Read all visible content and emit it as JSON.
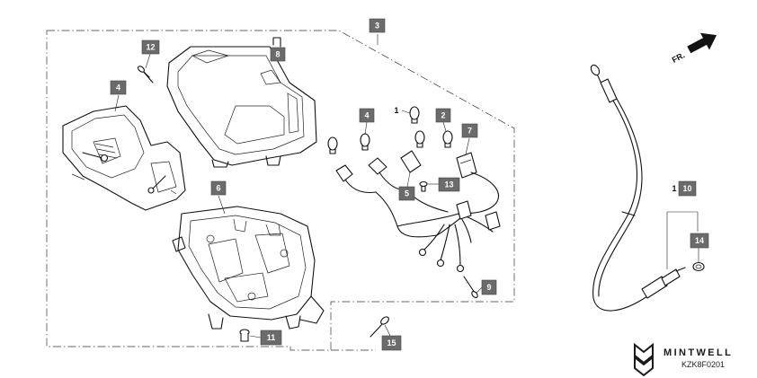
{
  "callouts": {
    "c1": "1",
    "c2": "2",
    "c3": "3",
    "c4": "4",
    "c5": "5",
    "c6": "6",
    "c7": "7",
    "c8": "8",
    "c9": "9",
    "c10": "10",
    "c11": "11",
    "c12": "12",
    "c13": "13",
    "c14": "14",
    "c15": "15"
  },
  "direction_label": "FR.",
  "brand": {
    "name": "MINTWELL",
    "code": "KZK8F0201"
  },
  "colors": {
    "callout_fill": "#6b6b6b",
    "line": "#111111",
    "background": "#ffffff"
  }
}
